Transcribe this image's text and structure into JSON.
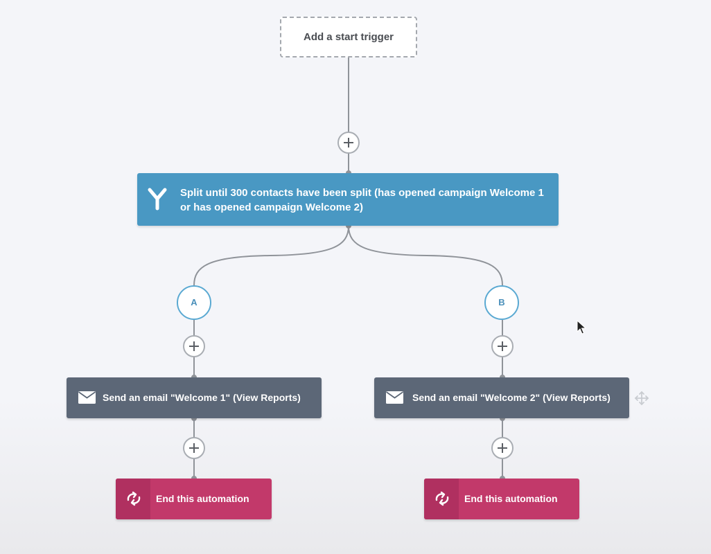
{
  "trigger": {
    "label": "Add a start trigger"
  },
  "split": {
    "icon": "split-icon",
    "label": "Split until 300 contacts have been split (has opened campaign Welcome 1 or has opened campaign Welcome 2)"
  },
  "branches": [
    {
      "label": "A"
    },
    {
      "label": "B"
    }
  ],
  "emails": [
    {
      "icon": "envelope-icon",
      "label": "Send an email \"Welcome 1\" (View Reports)"
    },
    {
      "icon": "envelope-icon",
      "label": "Send an email \"Welcome 2\" (View Reports)"
    }
  ],
  "ends": [
    {
      "icon": "loop-arrows-icon",
      "label": "End this automation"
    },
    {
      "icon": "loop-arrows-icon",
      "label": "End this automation"
    }
  ],
  "add_step_icon": "plus-icon",
  "colors": {
    "split": "#4998c3",
    "email": "#5c6777",
    "end": "#c2396a",
    "branch_border": "#5aa9d2",
    "connector": "#8f9399",
    "background": "#f4f5f9"
  }
}
